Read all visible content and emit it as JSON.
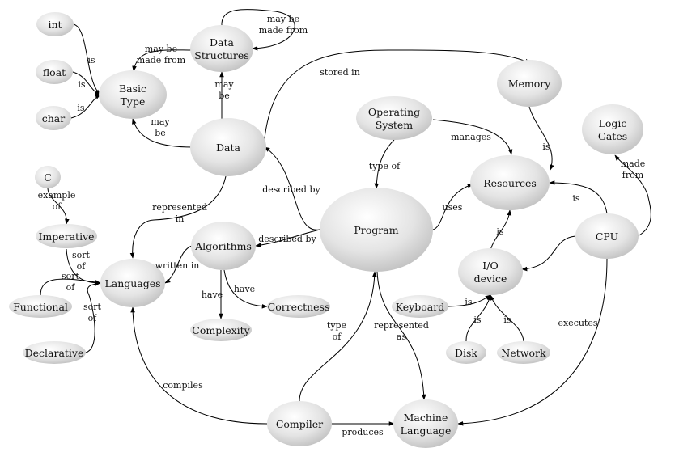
{
  "nodes": {
    "int": [
      "int"
    ],
    "float": [
      "float"
    ],
    "char": [
      "char"
    ],
    "basic_type": [
      "Basic",
      "Type"
    ],
    "data_structures": [
      "Data",
      "Structures"
    ],
    "data": [
      "Data"
    ],
    "memory": [
      "Memory"
    ],
    "operating_system": [
      "Operating",
      "System"
    ],
    "logic_gates": [
      "Logic",
      "Gates"
    ],
    "resources": [
      "Resources"
    ],
    "c": [
      "C"
    ],
    "imperative": [
      "Imperative"
    ],
    "languages": [
      "Languages"
    ],
    "algorithms": [
      "Algorithms"
    ],
    "program": [
      "Program"
    ],
    "cpu": [
      "CPU"
    ],
    "io_device": [
      "I/O",
      "device"
    ],
    "functional": [
      "Functional"
    ],
    "correctness": [
      "Correctness"
    ],
    "complexity": [
      "Complexity"
    ],
    "keyboard": [
      "Keyboard"
    ],
    "declarative": [
      "Declarative"
    ],
    "disk": [
      "Disk"
    ],
    "network": [
      "Network"
    ],
    "compiler": [
      "Compiler"
    ],
    "machine_language": [
      "Machine",
      "Language"
    ]
  },
  "edge_labels": {
    "int_is": [
      "is"
    ],
    "float_is": [
      "is"
    ],
    "char_is": [
      "is"
    ],
    "ds_self": [
      "may be",
      "made from"
    ],
    "ds_basic": [
      "may be",
      "made from"
    ],
    "data_ds": [
      "may",
      "be"
    ],
    "data_basic": [
      "may",
      "be"
    ],
    "data_memory": [
      "stored in"
    ],
    "os_resources": [
      "manages"
    ],
    "memory_resources": [
      "is"
    ],
    "os_program": [
      "type of"
    ],
    "program_data": [
      "described by"
    ],
    "data_languages": [
      "represented",
      "in"
    ],
    "c_imperative": [
      "example",
      "of"
    ],
    "program_resources": [
      "uses"
    ],
    "cpu_resources": [
      "is"
    ],
    "cpu_gates": [
      "made",
      "from"
    ],
    "imperative_languages": [
      "sort",
      "of"
    ],
    "algorithms_languages": [
      "written in"
    ],
    "program_algorithms": [
      "described by"
    ],
    "io_resources": [
      "is"
    ],
    "functional_languages": [
      "sort",
      "of"
    ],
    "declarative_languages": [
      "sort",
      "of"
    ],
    "algorithms_complexity": [
      "have"
    ],
    "algorithms_correctness": [
      "have"
    ],
    "keyboard_io": [
      "is"
    ],
    "disk_io": [
      "is"
    ],
    "network_io": [
      "is"
    ],
    "compiler_program": [
      "type",
      "of"
    ],
    "program_machine": [
      "represented",
      "as"
    ],
    "cpu_machine": [
      "executes"
    ],
    "compiler_languages": [
      "compiles"
    ],
    "compiler_machine": [
      "produces"
    ]
  }
}
